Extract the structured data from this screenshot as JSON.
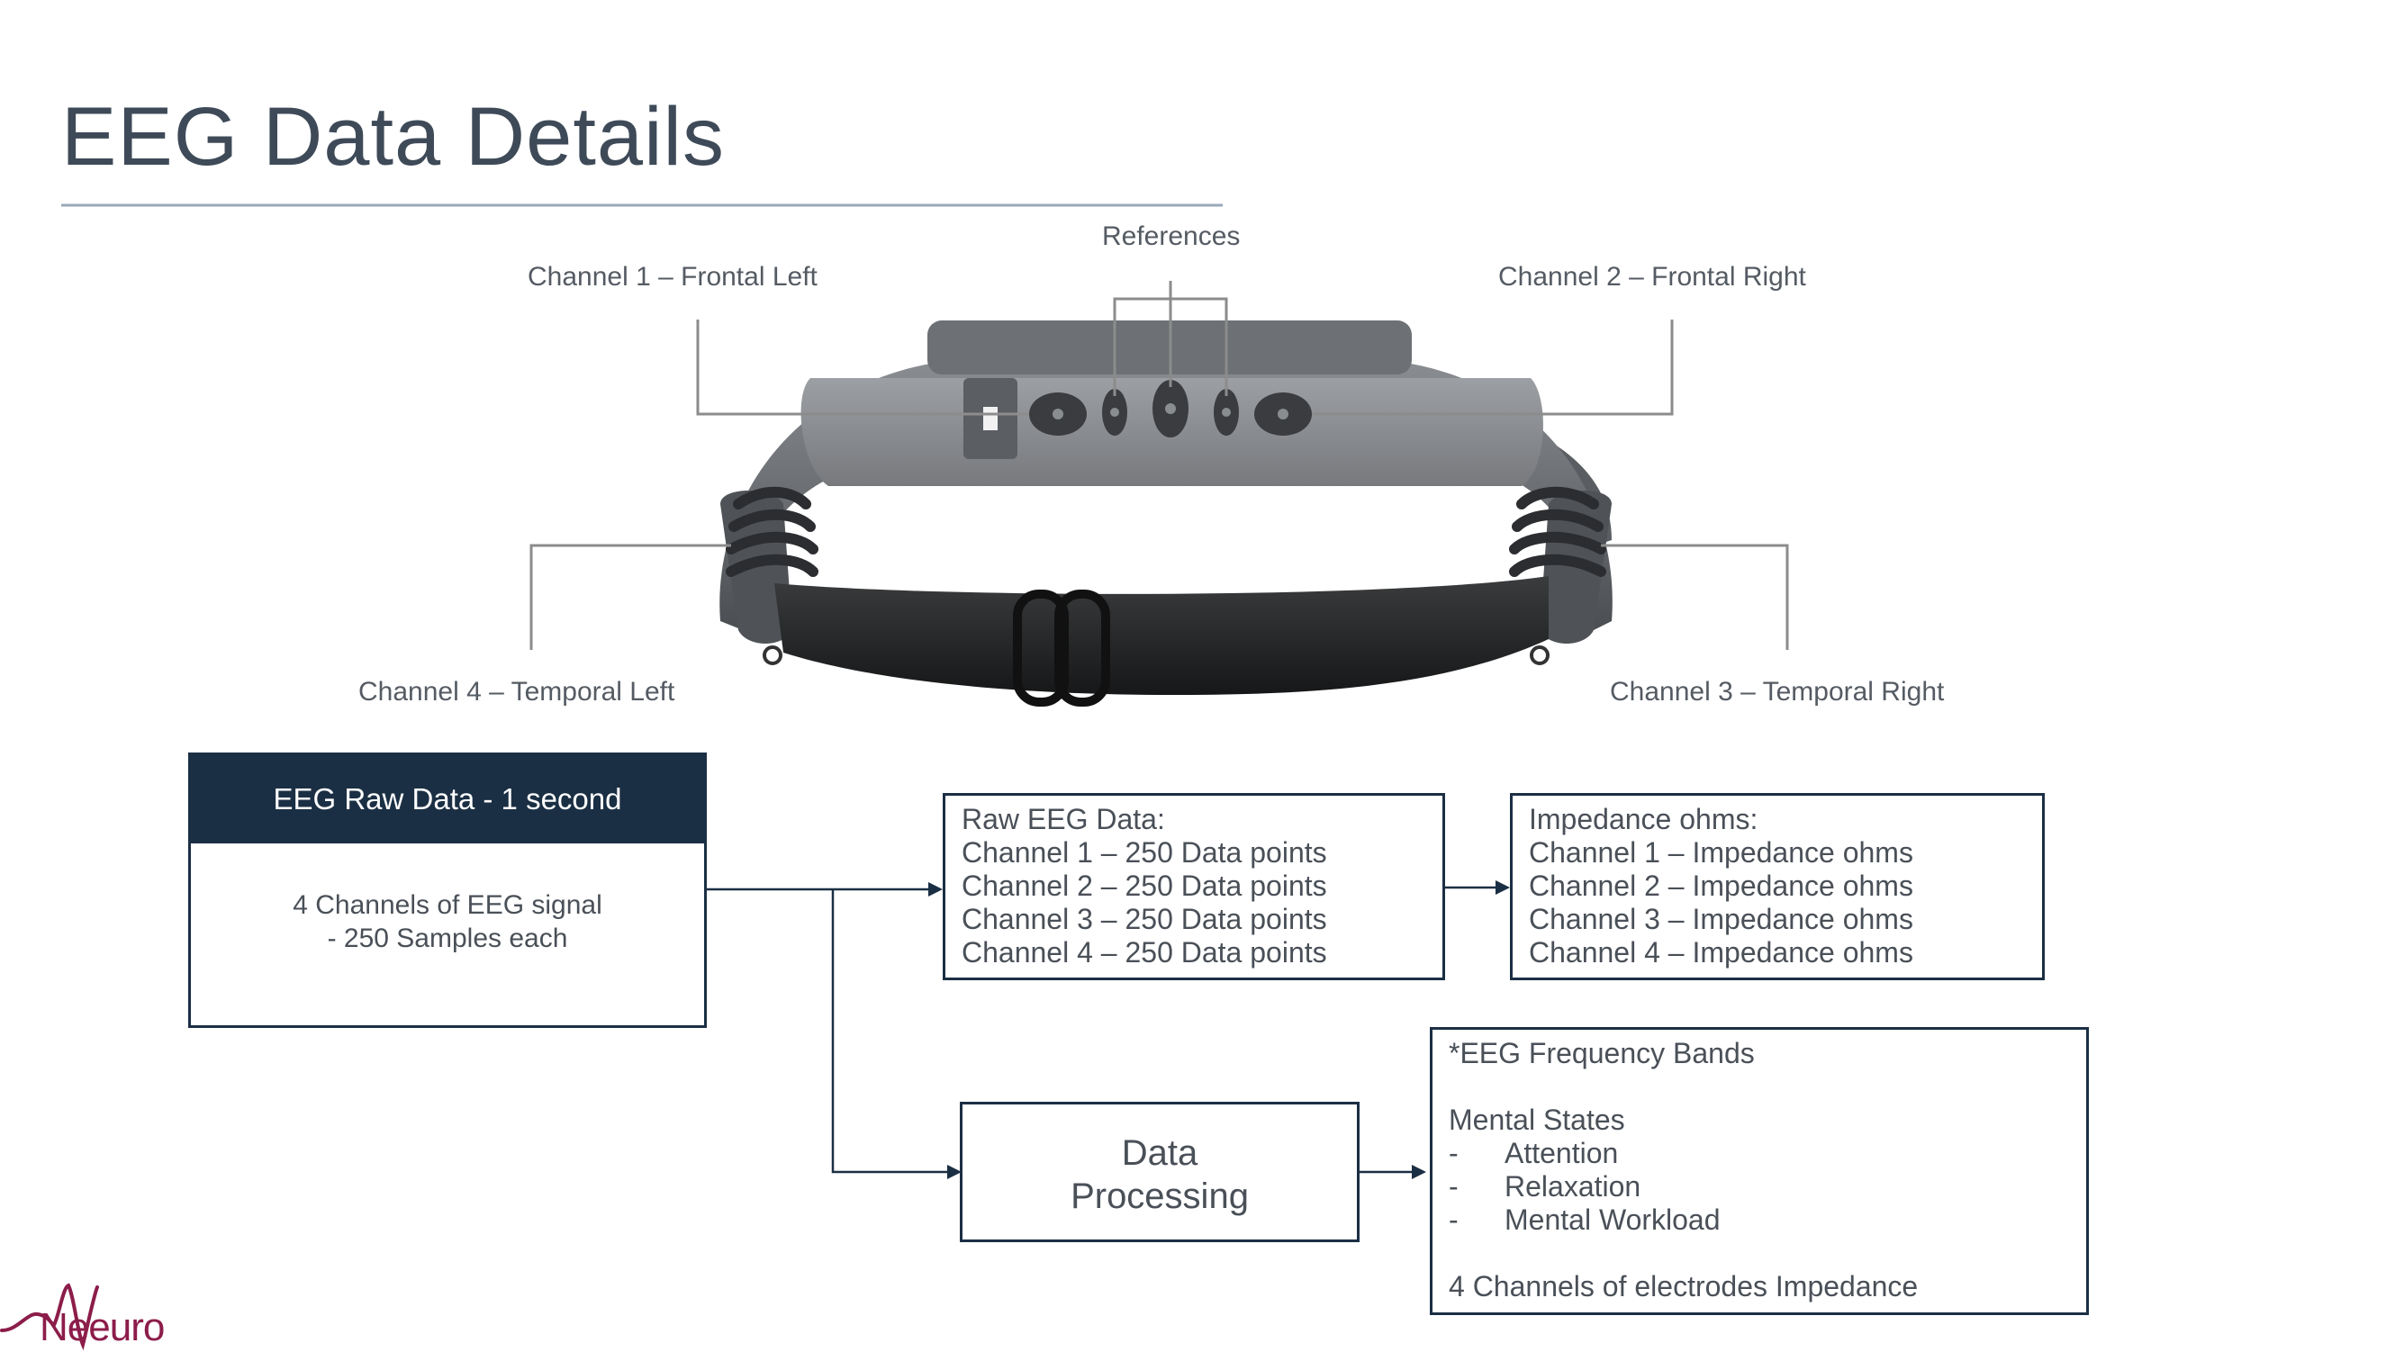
{
  "page": {
    "title": "EEG Data Details"
  },
  "device_labels": {
    "references": "References",
    "channel1": "Channel 1 – Frontal Left",
    "channel2": "Channel 2 – Frontal Right",
    "channel3": "Channel 3 – Temporal Right",
    "channel4": "Channel 4 – Temporal Left"
  },
  "raw_data_box": {
    "header": "EEG Raw Data - 1 second",
    "line1": "4 Channels of EEG signal",
    "line2": "- 250 Samples each"
  },
  "raw_eeg_box": {
    "lines": [
      "Raw EEG Data:",
      "Channel 1 – 250 Data points",
      "Channel 2 – 250 Data points",
      "Channel 3 – 250 Data points",
      "Channel 4 – 250 Data points"
    ]
  },
  "impedance_box": {
    "lines": [
      "Impedance ohms:",
      "Channel 1 – Impedance ohms",
      "Channel 2 – Impedance ohms",
      "Channel 3 – Impedance ohms",
      "Channel 4 – Impedance ohms"
    ]
  },
  "processing_box": {
    "line1": "Data",
    "line2": "Processing"
  },
  "output_box": {
    "heading": "*EEG Frequency Bands",
    "subheading": "Mental States",
    "bullet_marker": "-",
    "items": [
      "Attention",
      "Relaxation",
      "Mental Workload"
    ],
    "footer": "4 Channels of electrodes Impedance"
  },
  "logo": {
    "text": "Neeuro",
    "color": "#8c1d4a"
  },
  "colors": {
    "box_border": "#1b2f44",
    "title": "#3e4a58",
    "rule": "#9aa8b8"
  }
}
